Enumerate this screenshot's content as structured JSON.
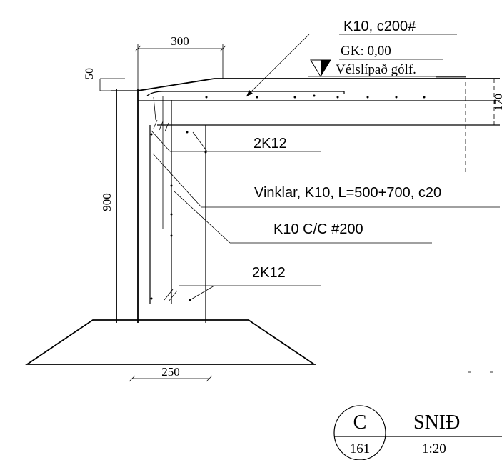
{
  "dimensions": {
    "top_width": "300",
    "slab_step": "50",
    "wall_height": "900",
    "footing_width": "250",
    "floor_thickness": "170"
  },
  "labels": {
    "top_rebar": "K10, c200#",
    "floor_level": "GK:  0,00",
    "floor_finish": "Vélslípað gólf.",
    "rebar_upper": "2K12",
    "angle_bars": "Vinklar, K10, L=500+700, c20",
    "wall_rebar": "K10 C/C #200",
    "rebar_lower": "2K12"
  },
  "title_block": {
    "section_letter": "C",
    "sheet_number": "161",
    "title": "SNIÐ",
    "scale": "1:20"
  }
}
